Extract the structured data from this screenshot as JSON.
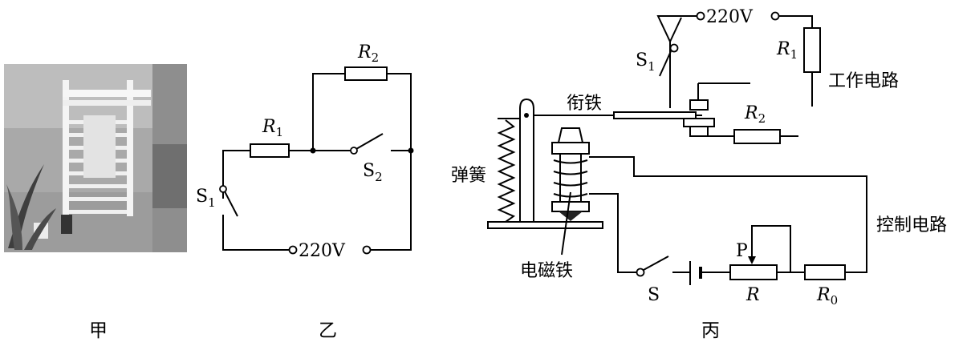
{
  "captions": {
    "a": "甲",
    "b": "乙",
    "c": "丙"
  },
  "circuit_b": {
    "r1": {
      "letter": "R",
      "sub": "1"
    },
    "r2": {
      "letter": "R",
      "sub": "2"
    },
    "s1": {
      "letter": "S",
      "sub": "1"
    },
    "s2": {
      "letter": "S",
      "sub": "2"
    },
    "supply": "220V"
  },
  "circuit_c": {
    "supply": "220V",
    "s1": {
      "letter": "S",
      "sub": "1"
    },
    "r1": {
      "letter": "R",
      "sub": "1"
    },
    "r2": {
      "letter": "R",
      "sub": "2"
    },
    "work_circuit": "工作电路",
    "armature": "衔铁",
    "spring": "弹簧",
    "electromagnet": "电磁铁",
    "control_circuit": "控制电路",
    "slider": "P",
    "rheostat": "R",
    "r0": {
      "letter": "R",
      "sub": "0"
    },
    "switch_s": "S"
  }
}
